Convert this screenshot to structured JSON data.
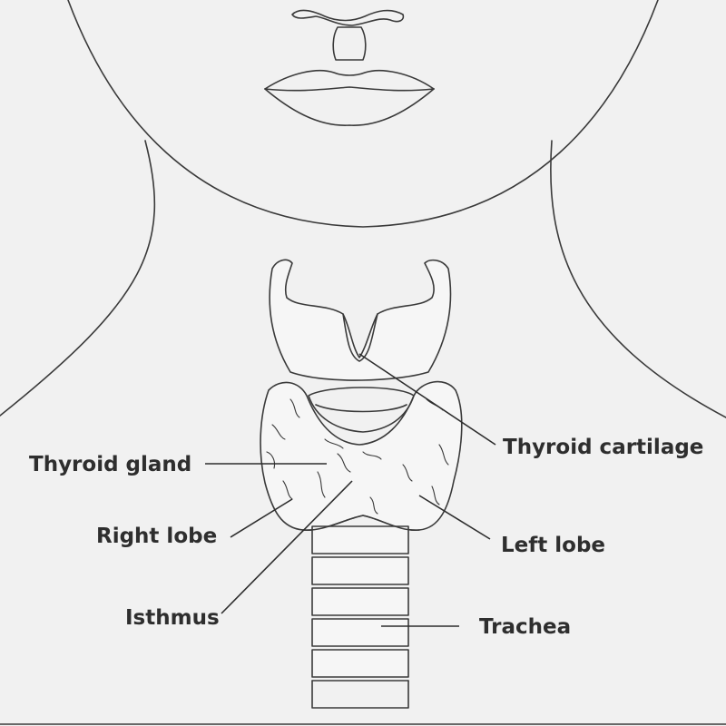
{
  "labels": {
    "thyroid_gland": "Thyroid gland",
    "right_lobe": "Right lobe",
    "isthmus": "Isthmus",
    "thyroid_cartilage": "Thyroid cartilage",
    "left_lobe": "Left lobe",
    "trachea": "Trachea"
  },
  "colors": {
    "background": "#f1f1f1",
    "outline": "#3a3a3a",
    "label_text": "#2e2e2e"
  }
}
